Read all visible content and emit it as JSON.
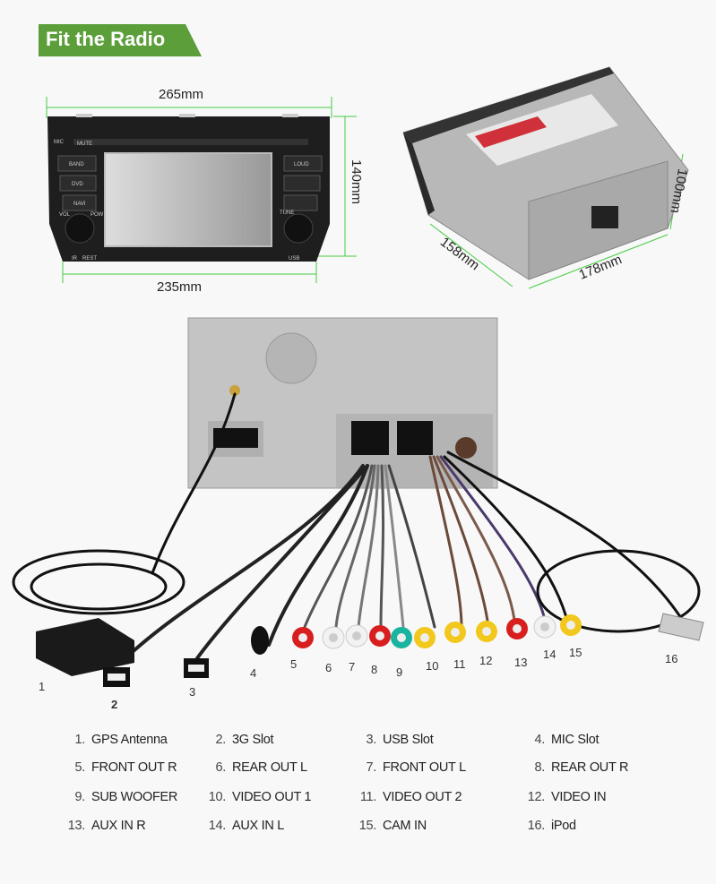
{
  "title": "Fit the Radio",
  "dimensions": {
    "front_width_top": "265mm",
    "front_width_bottom": "235mm",
    "front_height": "140mm",
    "depth": "158mm",
    "body_width": "178mm",
    "body_height": "100mm"
  },
  "radio_buttons": [
    "MIC",
    "MUTE",
    "BAND",
    "DVD",
    "NAVI",
    "VOL",
    "POW",
    "LOUD",
    "TUNE",
    "IR",
    "REST",
    "USB"
  ],
  "callouts": [
    "1",
    "2",
    "3",
    "4",
    "5",
    "6",
    "7",
    "8",
    "9",
    "10",
    "11",
    "12",
    "13",
    "14",
    "15",
    "16"
  ],
  "legend": [
    {
      "n": "1.",
      "label": "GPS Antenna"
    },
    {
      "n": "2.",
      "label": "3G Slot"
    },
    {
      "n": "3.",
      "label": "USB Slot"
    },
    {
      "n": "4.",
      "label": "MIC Slot"
    },
    {
      "n": "5.",
      "label": "FRONT OUT R"
    },
    {
      "n": "6.",
      "label": "REAR OUT L"
    },
    {
      "n": "7.",
      "label": "FRONT OUT L"
    },
    {
      "n": "8.",
      "label": "REAR OUT R"
    },
    {
      "n": "9.",
      "label": "SUB WOOFER"
    },
    {
      "n": "10.",
      "label": "VIDEO OUT 1"
    },
    {
      "n": "11.",
      "label": "VIDEO OUT 2"
    },
    {
      "n": "12.",
      "label": "VIDEO IN"
    },
    {
      "n": "13.",
      "label": "AUX IN R"
    },
    {
      "n": "14.",
      "label": "AUX IN L"
    },
    {
      "n": "15.",
      "label": "CAM IN"
    },
    {
      "n": "16.",
      "label": "iPod"
    }
  ],
  "colors": {
    "accent": "#5b9e3a",
    "dimension_line": "#44cc44"
  }
}
